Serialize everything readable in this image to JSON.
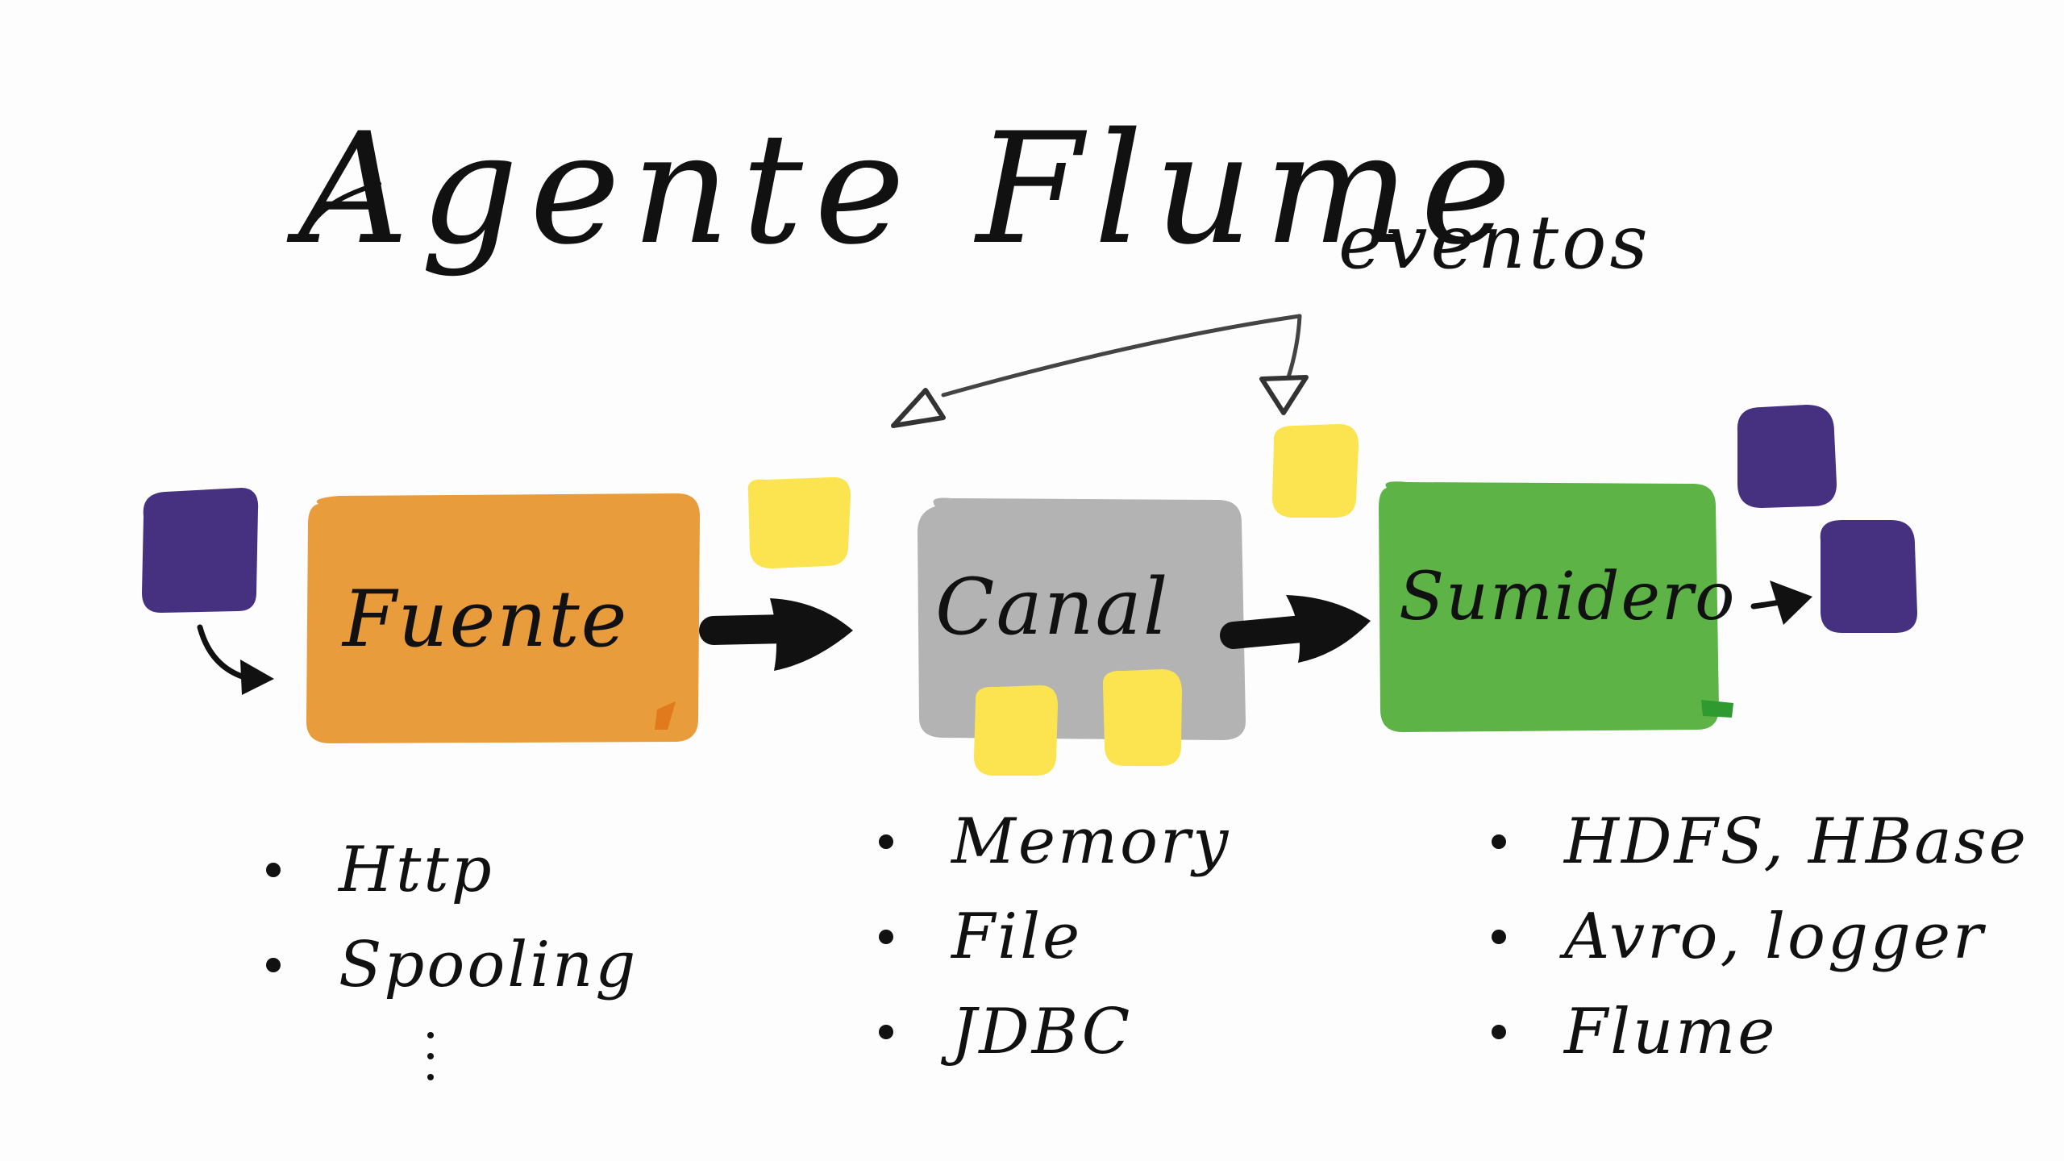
{
  "title": "Agente Flume",
  "events_label": "eventos",
  "components": {
    "source": {
      "label": "Fuente",
      "color": "#e89c3c"
    },
    "channel": {
      "label": "Canal",
      "color": "#b3b3b3"
    },
    "sink": {
      "label": "Sumidero",
      "color": "#5db345"
    }
  },
  "lists": {
    "source": [
      "Http",
      "Spooling"
    ],
    "channel": [
      "Memory",
      "File",
      "JDBC"
    ],
    "sink": [
      "HDFS, HBase",
      "Avro, logger",
      "Flume"
    ]
  },
  "colors": {
    "event_yellow": "#fbe44f",
    "event_purple": "#463080",
    "arrow": "#111111",
    "ink": "#111111"
  }
}
